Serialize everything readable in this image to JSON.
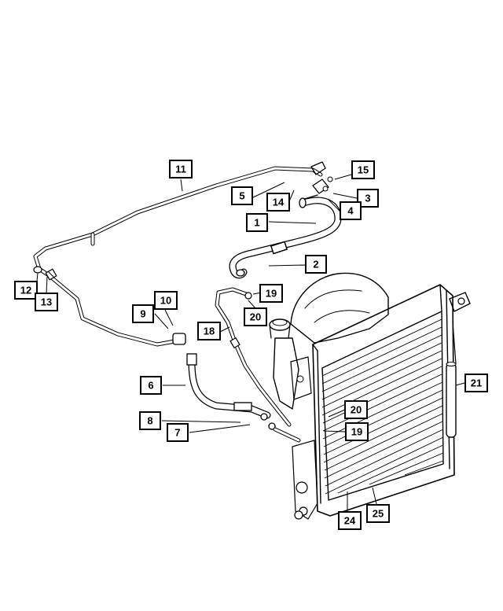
{
  "callouts": {
    "c1": "1",
    "c2": "2",
    "c3": "3",
    "c4": "4",
    "c5": "5",
    "c6": "6",
    "c7": "7",
    "c8": "8",
    "c9": "9",
    "c10": "10",
    "c11": "11",
    "c12": "12",
    "c13": "13",
    "c14": "14",
    "c15": "15",
    "c18": "18",
    "c19a": "19",
    "c19b": "19",
    "c20a": "20",
    "c20b": "20",
    "c21": "21",
    "c24": "24",
    "c25": "25"
  }
}
